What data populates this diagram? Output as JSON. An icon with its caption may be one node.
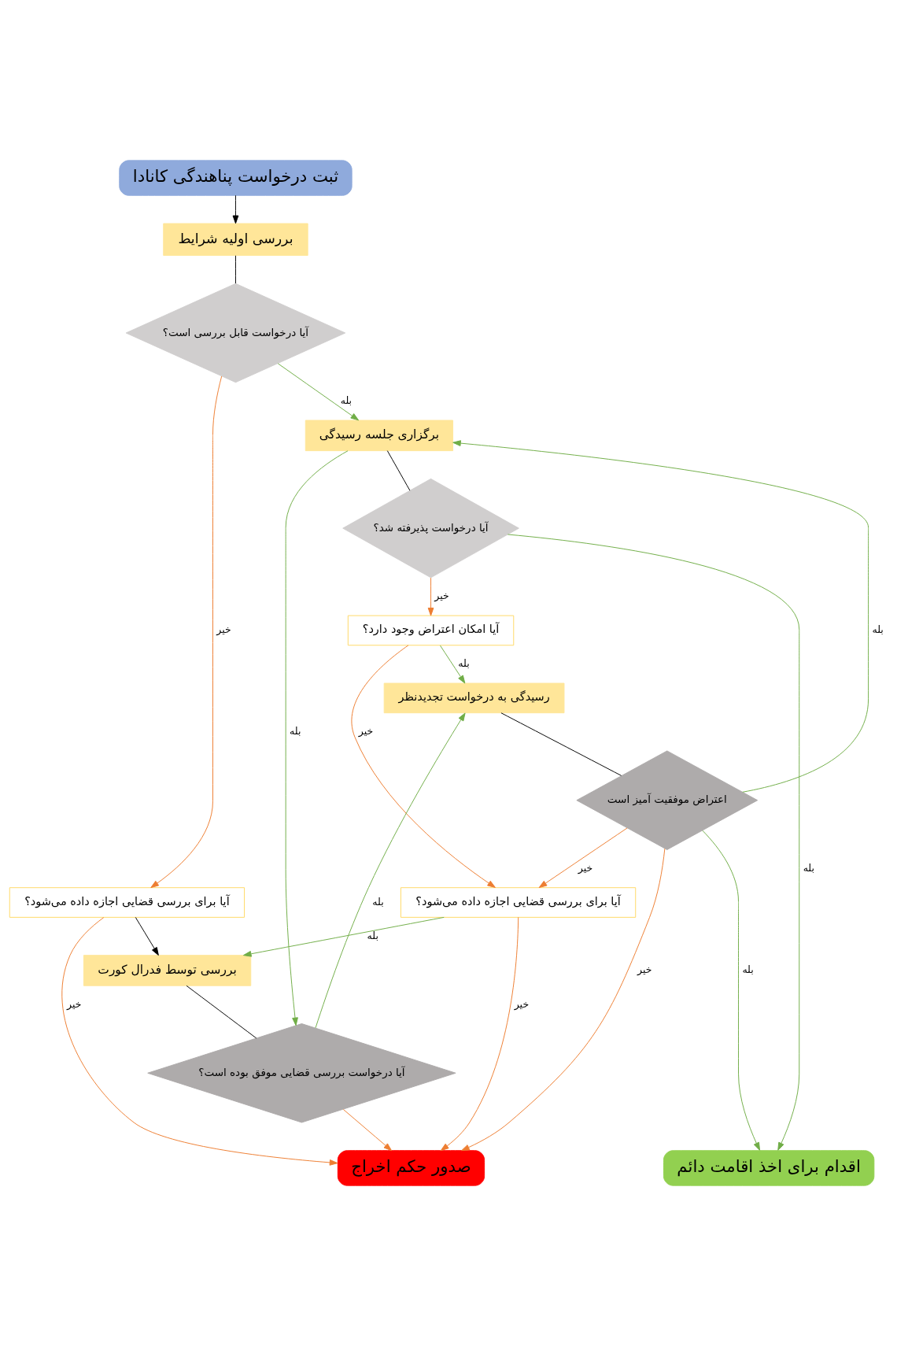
{
  "diagram": {
    "nodes": [
      {
        "text": [
          "ثبت درخواست پناهندگی کانادا"
        ]
      },
      {
        "text": [
          "بررسی اولیه شرایط"
        ]
      },
      {
        "text": [
          "آیا درخواست قابل بررسی است؟"
        ]
      },
      {
        "text": [
          "برگزاری جلسه رسیدگی"
        ]
      },
      {
        "text": [
          "آیا برای بررسی قضایی اجازه داده می‌شود؟"
        ]
      },
      {
        "text": [
          "آیا درخواست پذیرفته شد؟"
        ]
      },
      {
        "text": [
          "بررسی توسط فدرال کورت"
        ]
      },
      {
        "text": [
          "آیا امکان اعتراض وجود دارد؟"
        ]
      },
      {
        "text": [
          "آیا درخواست بررسی قضایی موفق بوده است؟"
        ]
      },
      {
        "text": [
          "رسیدگی به درخواست تجدیدنظر"
        ]
      },
      {
        "text": [
          "اعتراض موفقیت آمیز است"
        ]
      },
      {
        "text": [
          "آیا برای بررسی قضایی اجازه داده می‌شود؟"
        ]
      },
      {
        "text": [
          "اقدام برای اخذ اقامت دائم"
        ]
      },
      {
        "text": [
          "صدور حکم اخراج"
        ]
      }
    ],
    "edges": [
      {
        "from": 0,
        "to": 1,
        "arrow": "to",
        "color": "#000000"
      },
      {
        "from": 1,
        "to": 2,
        "arrow": "none",
        "color": "#000000"
      },
      {
        "from": 2,
        "to": 3,
        "arrow": "to",
        "label": "بله",
        "color": "#70ad47"
      },
      {
        "from": 2,
        "to": 4,
        "arrow": "to",
        "label": "خیر",
        "color": "#ed7d31"
      },
      {
        "from": 4,
        "to": 13,
        "arrow": "to",
        "label": "خیر",
        "color": "#ed7d31"
      },
      {
        "from": 4,
        "to": 6,
        "arrow": "to",
        "color": "#000000"
      },
      {
        "from": 3,
        "to": 5,
        "arrow": "none",
        "color": "#000000"
      },
      {
        "from": 3,
        "to": 8,
        "arrow": "to",
        "label": "بله",
        "color": "#70ad47"
      },
      {
        "from": 5,
        "to": 7,
        "arrow": "to",
        "label": "خیر",
        "color": "#ed7d31"
      },
      {
        "from": 5,
        "to": 12,
        "arrow": "to",
        "label": "بله",
        "color": "#70ad47"
      },
      {
        "from": 6,
        "to": 8,
        "arrow": "none",
        "color": "#000000"
      },
      {
        "from": 7,
        "to": 9,
        "arrow": "to",
        "label": "بله",
        "color": "#70ad47"
      },
      {
        "from": 7,
        "to": 11,
        "arrow": "to",
        "label": "خیر",
        "color": "#ed7d31"
      },
      {
        "from": 8,
        "to": 9,
        "arrow": "to",
        "label": "بله",
        "color": "#70ad47"
      },
      {
        "from": 8,
        "to": 13,
        "arrow": "to",
        "color": "#ed7d31"
      },
      {
        "from": 9,
        "to": 10,
        "arrow": "none",
        "color": "#000000"
      },
      {
        "from": 10,
        "to": 3,
        "arrow": "to",
        "label": "بله",
        "color": "#70ad47"
      },
      {
        "from": 10,
        "to": 12,
        "arrow": "to",
        "label": "بله",
        "color": "#70ad47"
      },
      {
        "from": 10,
        "to": 11,
        "arrow": "to",
        "label": "خیر",
        "color": "#ed7d31"
      },
      {
        "from": 10,
        "to": 13,
        "arrow": "to",
        "label": "خیر",
        "color": "#ed7d31"
      },
      {
        "from": 11,
        "to": 6,
        "arrow": "to",
        "label": "بله",
        "color": "#70ad47"
      },
      {
        "from": 11,
        "to": 13,
        "arrow": "to",
        "label": "خیر",
        "color": "#ed7d31"
      }
    ]
  }
}
